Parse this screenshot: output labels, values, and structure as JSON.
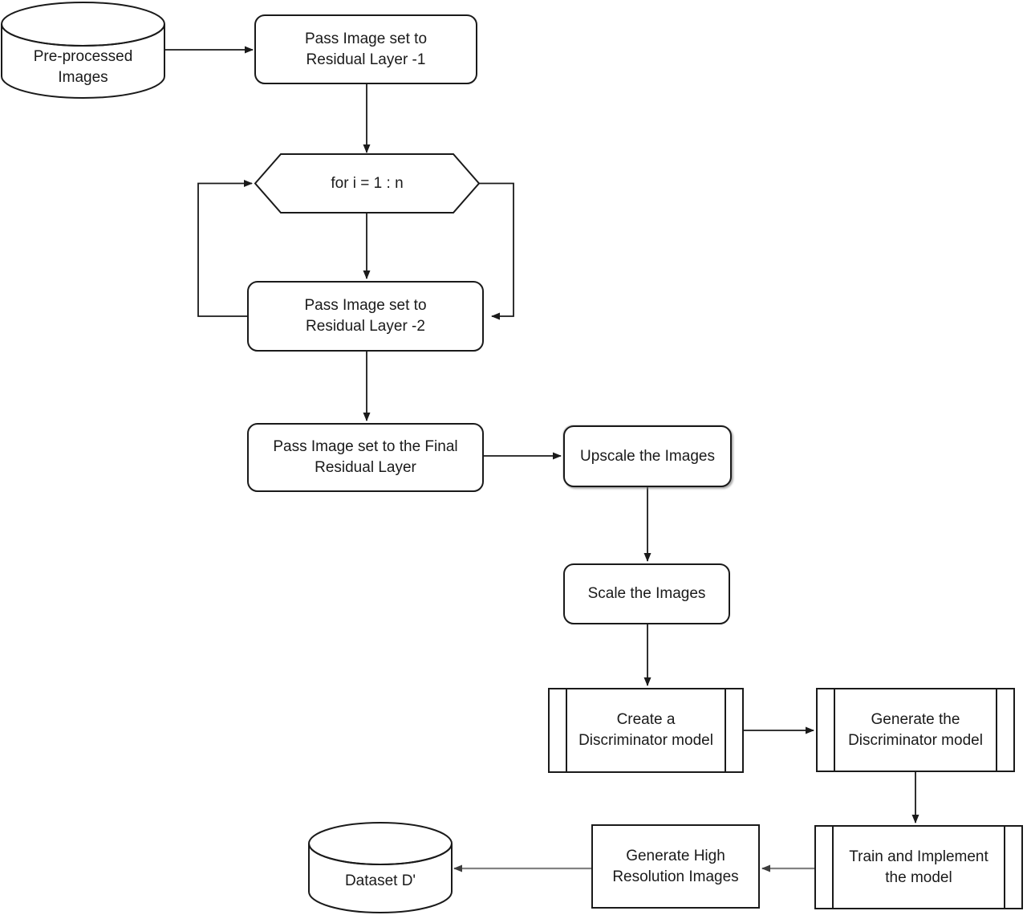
{
  "colors": {
    "background": "#ffffff",
    "stroke": "#1a1a1a",
    "gray_connector": "#828282"
  },
  "nodes": {
    "preprocessed": {
      "shape": "cylinder",
      "label": "Pre-processed\nImages"
    },
    "residual1": {
      "shape": "rounded-rectangle",
      "label": "Pass Image set to\nResidual Layer -1"
    },
    "loop": {
      "shape": "loop-limit-hexagon",
      "label": "for i = 1 : n"
    },
    "residual2": {
      "shape": "rounded-rectangle",
      "label": "Pass Image set to\nResidual Layer -2"
    },
    "final_residual": {
      "shape": "rounded-rectangle",
      "label": "Pass Image set to the Final\nResidual Layer"
    },
    "upscale": {
      "shape": "rounded-rectangle",
      "label": "Upscale the Images"
    },
    "scale": {
      "shape": "rounded-rectangle",
      "label": "Scale the Images"
    },
    "create_discriminator": {
      "shape": "predefined-process",
      "label": "Create a\nDiscriminator model"
    },
    "generate_discriminator": {
      "shape": "predefined-process",
      "label": "Generate the\nDiscriminator model"
    },
    "train": {
      "shape": "predefined-process",
      "label": "Train and Implement\nthe model"
    },
    "generate_hr": {
      "shape": "rectangle",
      "label": "Generate High\nResolution Images"
    },
    "dataset": {
      "shape": "cylinder",
      "label": "Dataset D'"
    }
  },
  "edges": [
    {
      "from": "preprocessed",
      "to": "residual1",
      "color": "black"
    },
    {
      "from": "residual1",
      "to": "loop",
      "color": "black"
    },
    {
      "from": "loop",
      "to": "residual2",
      "color": "black",
      "note": "center vertical"
    },
    {
      "from": "residual2",
      "to": "loop",
      "color": "black",
      "note": "loop back, left side"
    },
    {
      "from": "loop",
      "to": "residual2",
      "color": "black",
      "note": "right side"
    },
    {
      "from": "residual2",
      "to": "final_residual",
      "color": "black"
    },
    {
      "from": "final_residual",
      "to": "upscale",
      "color": "black"
    },
    {
      "from": "upscale",
      "to": "scale",
      "color": "black"
    },
    {
      "from": "scale",
      "to": "create_discriminator",
      "color": "black"
    },
    {
      "from": "create_discriminator",
      "to": "generate_discriminator",
      "color": "black"
    },
    {
      "from": "generate_discriminator",
      "to": "train",
      "color": "black"
    },
    {
      "from": "train",
      "to": "generate_hr",
      "color": "gray"
    },
    {
      "from": "generate_hr",
      "to": "dataset",
      "color": "gray"
    }
  ]
}
